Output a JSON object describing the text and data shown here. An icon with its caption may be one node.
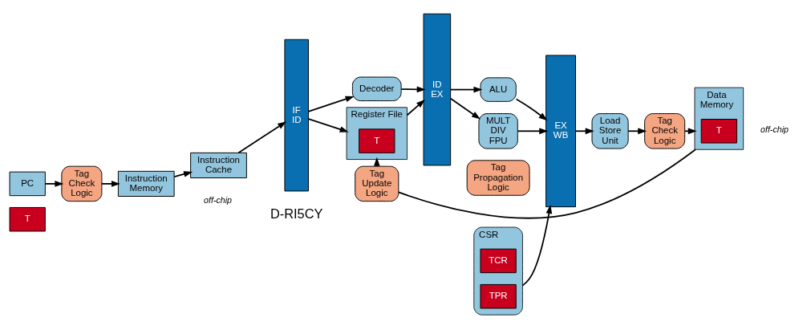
{
  "diagram": {
    "nodes": [
      {
        "text": [
          "PC"
        ]
      },
      {
        "text": [
          "T"
        ]
      },
      {
        "text": [
          "Tag Check Logic"
        ]
      },
      {
        "text": [
          "Instruction Memory"
        ]
      },
      {
        "text": [
          "Instruction Cache"
        ]
      },
      {
        "text": [
          "IF ID"
        ]
      },
      {
        "text": [
          "Decoder"
        ]
      },
      {
        "text": [
          "Register File"
        ]
      },
      {
        "text": [
          "T"
        ],
        "in": 7
      },
      {
        "text": [
          "Tag Update Logic"
        ]
      },
      {
        "text": [
          "ID EX"
        ]
      },
      {
        "text": [
          "ALU"
        ]
      },
      {
        "text": [
          "CSR"
        ]
      },
      {
        "text": [
          "TPR"
        ],
        "in": 12
      },
      {
        "text": [
          "TCR"
        ],
        "in": 12
      },
      {
        "text": [
          "MULT DIV FPU"
        ]
      },
      {
        "text": [
          "Tag Propagation Logic"
        ]
      },
      {
        "text": [
          "EX WB"
        ]
      },
      {
        "text": [
          "Load Store Unit"
        ]
      },
      {
        "text": [
          "Tag Check Logic"
        ]
      },
      {
        "text": [
          "Data Memory"
        ]
      },
      {
        "text": [
          "T"
        ],
        "in": 20
      }
    ],
    "edges": [
      {
        "from": 0,
        "to": 2,
        "arrow": "to"
      },
      {
        "from": 2,
        "to": 3,
        "arrow": "to"
      },
      {
        "from": 3,
        "to": 4,
        "arrow": "to"
      },
      {
        "from": 4,
        "to": 5,
        "arrow": "to"
      },
      {
        "from": 5,
        "to": 6,
        "arrow": "to"
      },
      {
        "from": 5,
        "to": 7,
        "arrow": "to"
      },
      {
        "from": 6,
        "to": 10,
        "arrow": "to"
      },
      {
        "from": 7,
        "to": 10,
        "arrow": "to"
      },
      {
        "from": 9,
        "to": 7,
        "arrow": "to"
      },
      {
        "from": 10,
        "to": 11,
        "arrow": "to"
      },
      {
        "from": 10,
        "to": 15,
        "arrow": "to"
      },
      {
        "from": 11,
        "to": 17,
        "arrow": "to"
      },
      {
        "from": 12,
        "to": 17,
        "arrow": "to"
      },
      {
        "from": 15,
        "to": 17,
        "arrow": "to"
      },
      {
        "from": 17,
        "to": 18,
        "arrow": "to"
      },
      {
        "from": 18,
        "to": 19,
        "arrow": "to"
      },
      {
        "from": 19,
        "to": 20,
        "arrow": "to"
      },
      {
        "from": 20,
        "to": 9,
        "arrow": "none"
      }
    ],
    "labels": [
      "off-chip",
      "off-chip",
      "D-RI5CY"
    ]
  }
}
